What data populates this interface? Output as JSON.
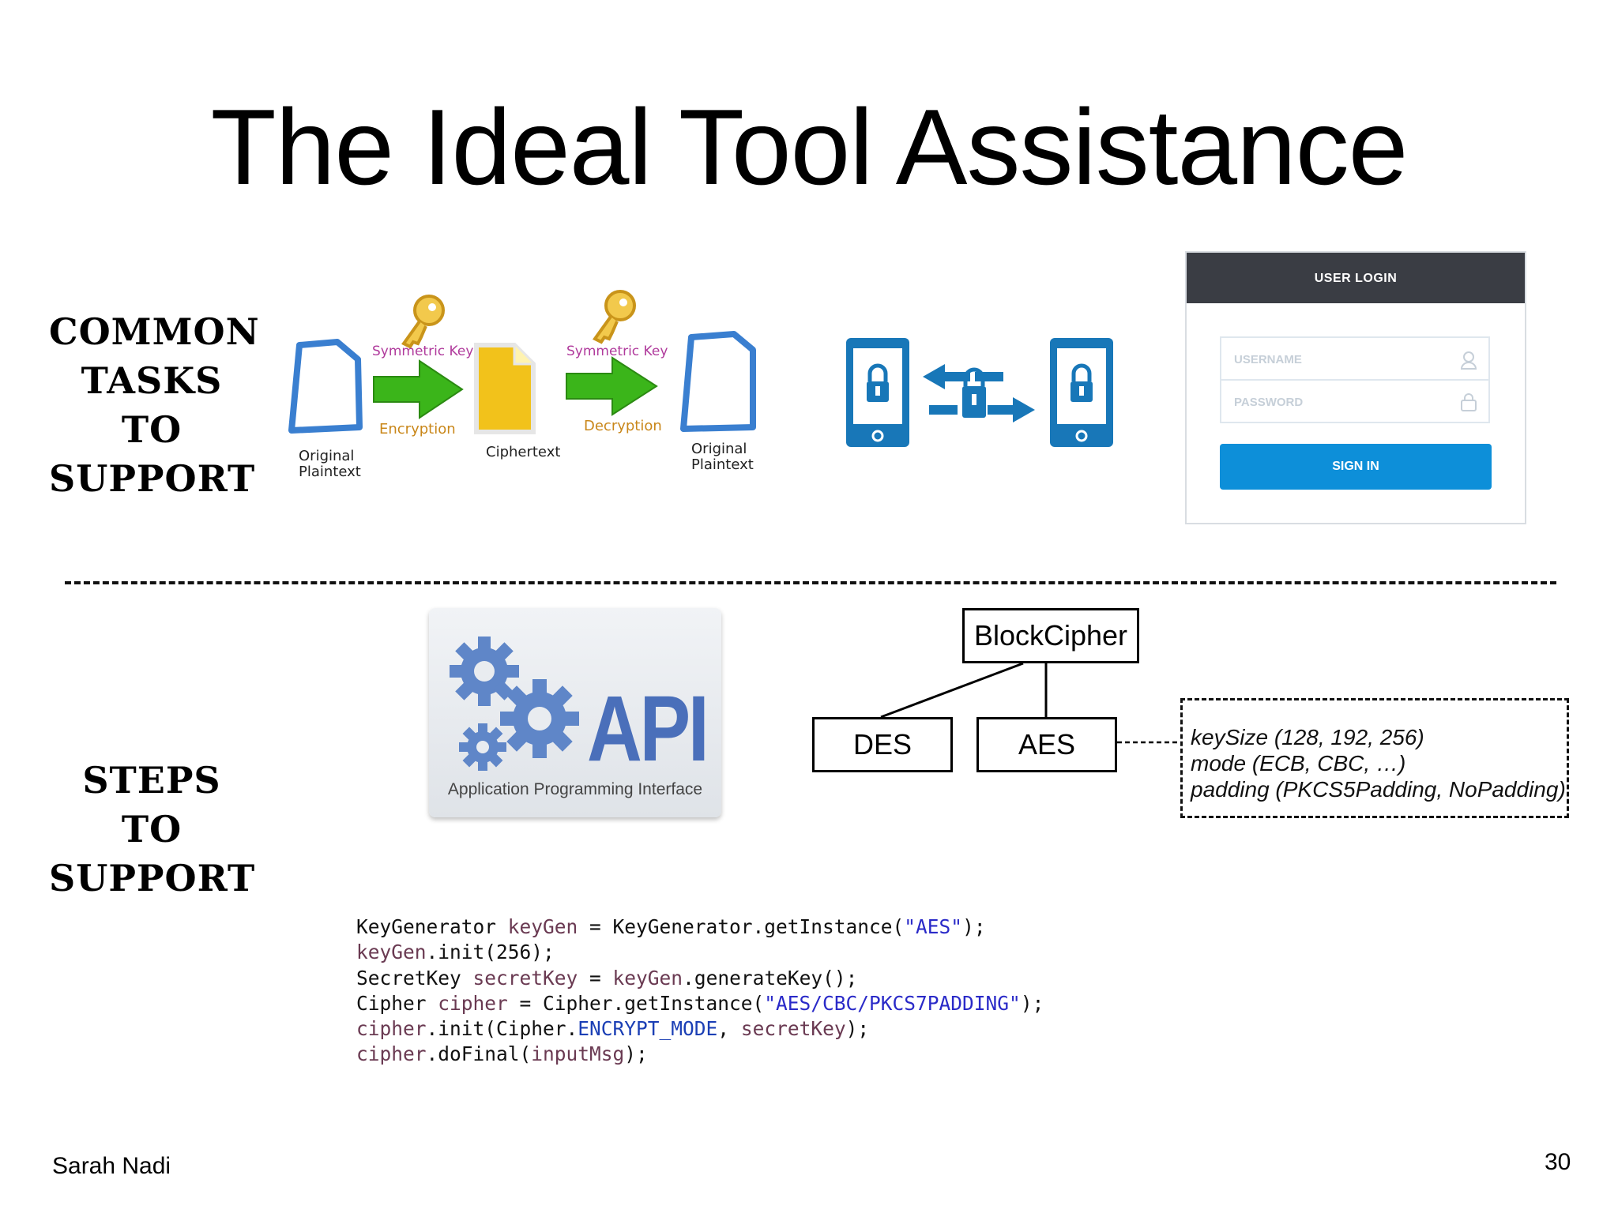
{
  "slide": {
    "title": "The Ideal Tool Assistance",
    "footer_author": "Sarah Nadi",
    "page_number": "30"
  },
  "sections": {
    "common_tasks": [
      "COMMON",
      "TASKS",
      "TO",
      "SUPPORT"
    ],
    "steps": [
      "STEPS",
      "TO",
      "SUPPORT"
    ]
  },
  "encryption_diagram": {
    "key_label_1": "Symmetric Key",
    "key_label_2": "Symmetric Key",
    "encryption": "Encryption",
    "decryption": "Decryption",
    "original_plaintext_1": [
      "Original",
      "Plaintext"
    ],
    "ciphertext": "Ciphertext",
    "original_plaintext_2": [
      "Original",
      "Plaintext"
    ],
    "colors": {
      "document_blue": "#3a7fd0",
      "cipher_yellow": "#f2c21b",
      "arrow_green": "#3bb51a",
      "key_gold": "#e7b52b"
    }
  },
  "login_form": {
    "header": "USER LOGIN",
    "username_placeholder": "USERNAME",
    "password_placeholder": "PASSWORD",
    "sign_in": "SIGN IN",
    "colors": {
      "header_bg": "#3a3d44",
      "button_bg": "#0d8fd9"
    }
  },
  "api_graphic": {
    "word": "API",
    "subtitle": "Application Programming Interface"
  },
  "uml": {
    "parent": "BlockCipher",
    "children": [
      "DES",
      "AES"
    ],
    "note_lines": [
      "keySize (128, 192, 256)",
      "mode (ECB, CBC, …)",
      "padding (PKCS5Padding, NoPadding)"
    ]
  },
  "code": {
    "line1": {
      "type": "KeyGenerator ",
      "var": "keyGen",
      "rest": " = KeyGenerator.getInstance(",
      "str": "\"AES\"",
      "end": ");"
    },
    "line2": {
      "var": "keyGen",
      "rest": ".init(256);"
    },
    "line3": {
      "type": "SecretKey ",
      "var": "secretKey",
      "mid": " = ",
      "var2": "keyGen",
      "rest": ".generateKey();"
    },
    "line4": {
      "type": "Cipher ",
      "var": "cipher",
      "rest": " = Cipher.getInstance(",
      "str": "\"AES/CBC/PKCS7PADDING\"",
      "end": ");"
    },
    "line5": {
      "var": "cipher",
      "rest": ".init(Cipher.",
      "const": "ENCRYPT_MODE",
      "mid": ", ",
      "var2": "secretKey",
      "end": ");"
    },
    "line6": {
      "var": "cipher",
      "rest": ".doFinal(",
      "var2": "inputMsg",
      "end": ");"
    }
  }
}
